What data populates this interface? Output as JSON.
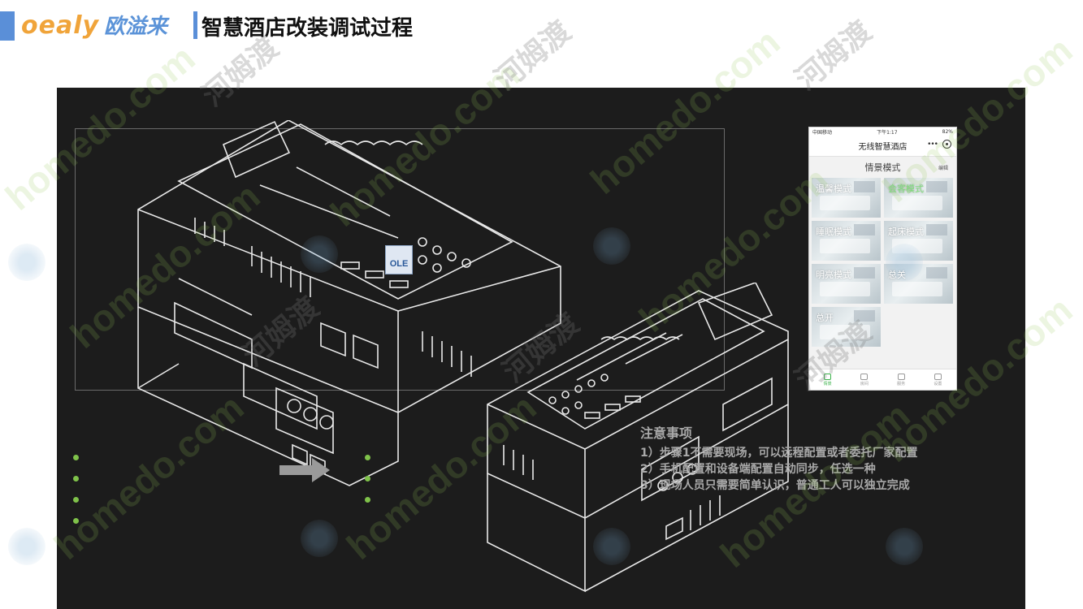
{
  "header": {
    "brand_latin": "oealy",
    "brand_cn": "欧溢来",
    "title": "智慧酒店改装调试过程"
  },
  "watermarks": {
    "site": "homedo.com",
    "cn": "河姆渡"
  },
  "ole_icon": {
    "label": "OLE"
  },
  "notes": {
    "title": "注意事项",
    "lines": [
      "1）步骤1不需要现场，可以远程配置或者委托厂家配置",
      "2）手机配置和设备端配置自动同步，任选一种",
      "3）现场人员只需要简单认识，普通工人可以独立完成"
    ]
  },
  "phone": {
    "status_left": "中国移动",
    "status_time": "下午1:17",
    "status_battery": "82%",
    "nav_title": "无线智慧酒店",
    "nav_dots": "•••",
    "scene_title": "情景模式",
    "scene_edit": "编辑",
    "scenes": [
      {
        "label": "温馨模式",
        "active": false
      },
      {
        "label": "会客模式",
        "active": true
      },
      {
        "label": "睡眠模式",
        "active": false
      },
      {
        "label": "起床模式",
        "active": false
      },
      {
        "label": "明亮模式",
        "active": false
      },
      {
        "label": "总关",
        "active": false
      },
      {
        "label": "总开",
        "active": false
      }
    ],
    "tabs": [
      {
        "label": "情景",
        "active": true
      },
      {
        "label": "房间",
        "active": false
      },
      {
        "label": "服务",
        "active": false
      },
      {
        "label": "设置",
        "active": false
      }
    ]
  },
  "colors": {
    "accent_blue": "#5a8fd8",
    "brand_orange": "#f0a43a",
    "panel_bg": "#1c1c1c",
    "dot_green": "#7fc24a",
    "active_green": "#7fe07a"
  }
}
